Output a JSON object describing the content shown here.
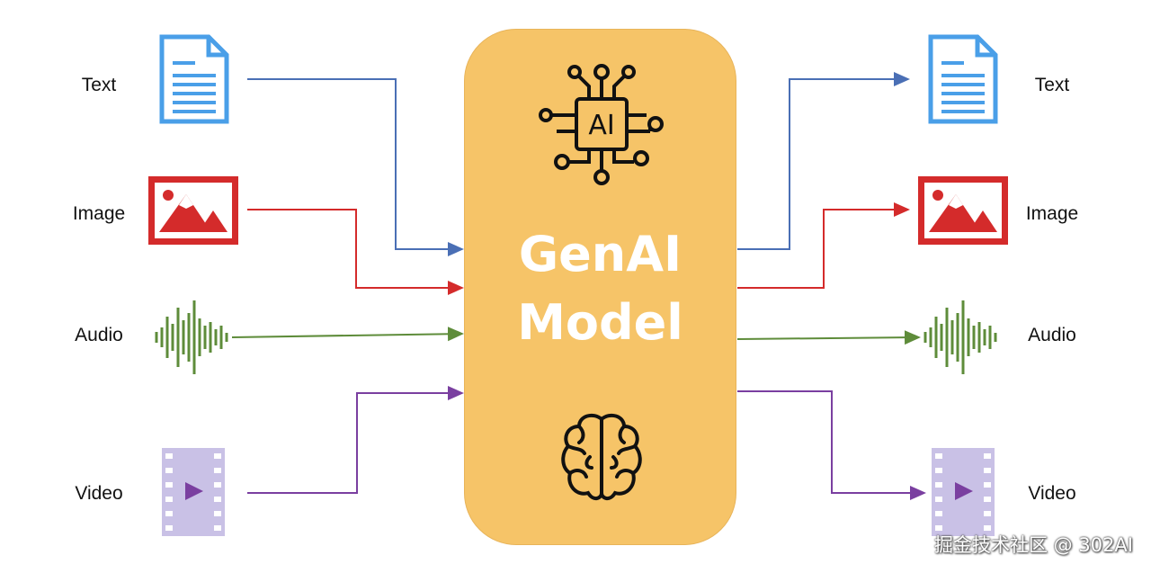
{
  "inputs": [
    {
      "label": "Text",
      "icon": "document-icon",
      "color": "#4a6fb5"
    },
    {
      "label": "Image",
      "icon": "image-icon",
      "color": "#d42b2b"
    },
    {
      "label": "Audio",
      "icon": "waveform-icon",
      "color": "#5e8c3a"
    },
    {
      "label": "Video",
      "icon": "film-play-icon",
      "color": "#7a3fa0"
    }
  ],
  "outputs": [
    {
      "label": "Text",
      "icon": "document-icon"
    },
    {
      "label": "Image",
      "icon": "image-icon"
    },
    {
      "label": "Audio",
      "icon": "waveform-icon"
    },
    {
      "label": "Video",
      "icon": "film-play-icon"
    }
  ],
  "model": {
    "line1": "GenAI",
    "line2": "Model",
    "chip_label": "AI",
    "top_icon": "ai-chip-icon",
    "bottom_icon": "brain-icon",
    "fill": "#f6c468"
  },
  "colors": {
    "doc_blue": "#4a9fe8",
    "image_red": "#d42b2b",
    "audio_green": "#5e8c3a",
    "video_purple": "#7a3fa0",
    "film_bg": "#c9c1e6"
  },
  "watermark": "掘金技术社区 @ 302AI"
}
